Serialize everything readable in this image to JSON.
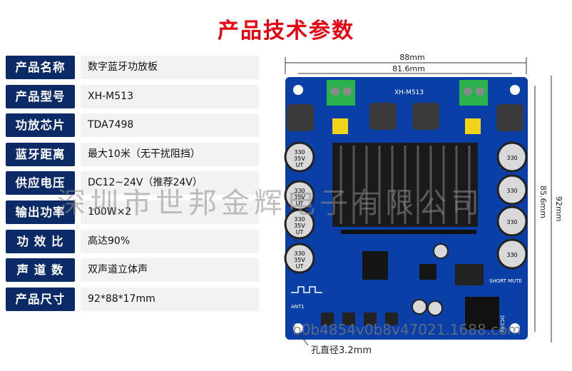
{
  "title": "产品技术参数",
  "specs": [
    {
      "label": "产品名称",
      "value": "数字蓝牙功放板"
    },
    {
      "label": "产品型号",
      "value": "XH-M513"
    },
    {
      "label": "功放芯片",
      "value": "TDA7498"
    },
    {
      "label": "蓝牙距离",
      "value": "最大10米（无干扰阻挡）"
    },
    {
      "label": "供应电压",
      "value": "DC12~24V（推荐24V）"
    },
    {
      "label": "输出功率",
      "value": "100W×2"
    },
    {
      "label": "功 效 比",
      "value": "高达90%"
    },
    {
      "label": "声 道 数",
      "value": "双声道立体声"
    },
    {
      "label": "产品尺寸",
      "value": "92*88*17mm"
    }
  ],
  "board": {
    "model_silk": "XH-M513",
    "dim_outer_width": "88mm",
    "dim_inner_width": "81.6mm",
    "dim_outer_height": "92mm",
    "dim_inner_height": "85.6mm",
    "cap_text": [
      "330",
      "35V",
      "UT"
    ],
    "short_mute": "SHORT MUTE",
    "ant": "ANT1",
    "dc24v": "DC24V"
  },
  "hole_note": "孔直径3.2mm",
  "watermark": "深圳市世邦金辉电子有限公司",
  "shop_id": "b0b4854v0b8v47021.1688.com",
  "colors": {
    "title": "#e60012",
    "label_bg": "#0b2a66",
    "pcb": "#0a3fa8"
  }
}
